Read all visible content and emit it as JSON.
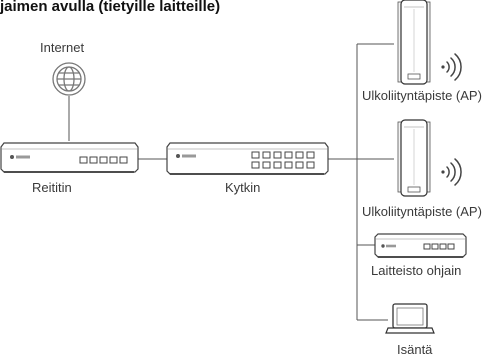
{
  "title": "jaimen avulla (tietyille laitteille)",
  "labels": {
    "internet": "Internet",
    "router": "Reititin",
    "switch": "Kytkin",
    "ap1": "Ulkoliityntäpiste (AP)",
    "ap2": "Ulkoliityntäpiste (AP)",
    "controller": "Laitteisto ohjain",
    "host": "Isäntä"
  },
  "icons": {
    "internet": "globe-icon",
    "router": "router-icon",
    "switch": "switch-icon",
    "access_point": "outdoor-access-point-icon",
    "wireless": "wireless-signal-icon",
    "controller": "controller-icon",
    "host": "laptop-icon"
  }
}
